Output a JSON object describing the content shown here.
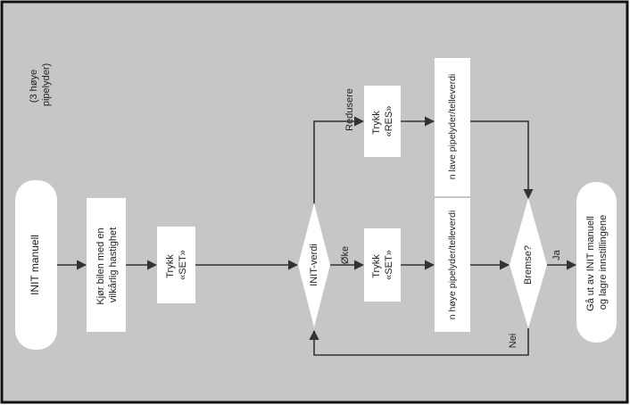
{
  "diagram": {
    "note": [
      "(3 høye",
      "pipelyder)"
    ],
    "start": "INIT manuell",
    "drive": [
      "Kjør bilen med en",
      "vilkårlig hastighet"
    ],
    "press_set_1": [
      "Trykk",
      "«SET»"
    ],
    "decision_init": "INIT-verdi",
    "label_reduce": "Redusere",
    "label_increase": "Øke",
    "press_res": [
      "Trykk",
      "«RES»"
    ],
    "press_set_2": [
      "Trykk",
      "«SET»"
    ],
    "low_beep": "n lave pipelyder/telleverdi",
    "high_beep": "n høye pipelyder/telleverdi",
    "decision_brake": "Bremse?",
    "label_yes": "Ja",
    "label_no": "Nei",
    "end": [
      "Gå ut av INIT manuell",
      "og lagre innstillingene"
    ]
  },
  "colors": {
    "background": "#c6c6c6",
    "frame": "#111111",
    "box": "#ffffff",
    "line": "#333333"
  }
}
